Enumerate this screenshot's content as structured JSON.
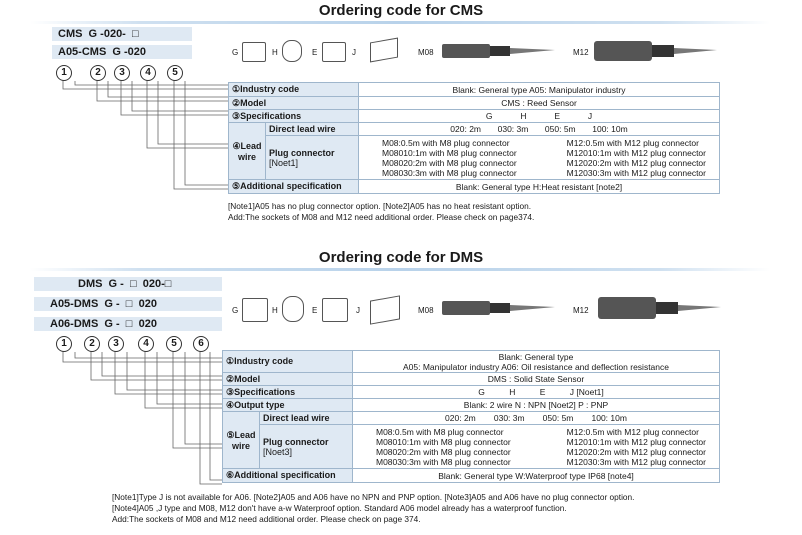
{
  "cms": {
    "title": "Ordering code for CMS",
    "code1": "CMS  G -020-  ",
    "code1_box": "□",
    "code2": "A05-CMS  G -020",
    "circles": [
      "1",
      "2",
      "3",
      "4",
      "5"
    ],
    "icons": {
      "g": "G",
      "h": "H",
      "e": "E",
      "j": "J",
      "m08": "M08",
      "m12": "M12"
    },
    "rows": {
      "industry": {
        "label": "①Industry code",
        "value": "Blank: General type      A05: Manipulator industry"
      },
      "model": {
        "label": "②Model",
        "value": "CMS : Reed Sensor"
      },
      "spec": {
        "label": "③Specifications",
        "value": [
          "G",
          "H",
          "E",
          "J"
        ]
      },
      "lead": {
        "label": "④Lead wire"
      },
      "direct": {
        "label": "Direct lead wire",
        "value": [
          "020: 2m",
          "030: 3m",
          "050: 5m",
          "100: 10m"
        ]
      },
      "plug": {
        "label": "Plug connector",
        "sub": "[Noet1]",
        "left": [
          "M08:0.5m with M8 plug connector",
          "M08010:1m with M8 plug connector",
          "M08020:2m with M8 plug connector",
          "M08030:3m with M8 plug connector"
        ],
        "right": [
          "M12:0.5m with M12 plug connector",
          "M12010:1m with M12 plug connector",
          "M12020:2m with M12 plug connector",
          "M12030:3m with M12 plug connector"
        ]
      },
      "additional": {
        "label": "⑤Additional specification",
        "value": "Blank: General type          H:Heat resistant  [note2]"
      }
    },
    "notes": [
      "[Note1]A05 has no plug connector option.  [Note2]A05 has no heat resistant option.",
      "Add:The sockets of M08 and M12 need additional order. Please check on page374."
    ]
  },
  "dms": {
    "title": "Ordering code for DMS",
    "code1": "DMS  G -  ",
    "code1_tail": "020-",
    "code2": "A05-DMS  G -  ",
    "code3": "A06-DMS  G -  ",
    "code_tail": "020",
    "box": "□",
    "circles": [
      "1",
      "2",
      "3",
      "4",
      "5",
      "6"
    ],
    "icons": {
      "g": "G",
      "h": "H",
      "e": "E",
      "j": "J",
      "m08": "M08",
      "m12": "M12"
    },
    "rows": {
      "industry": {
        "label": "①Industry code",
        "value": [
          "Blank: General type",
          "A05: Manipulator industry      A06: Oil resistance and deflection resistance"
        ]
      },
      "model": {
        "label": "②Model",
        "value": "DMS : Solid State Sensor"
      },
      "spec": {
        "label": "③Specifications",
        "value": [
          "G",
          "H",
          "E",
          "J [Noet1]"
        ]
      },
      "output": {
        "label": "④Output type",
        "value": "Blank: 2 wire     N : NPN [Noet2]     P : PNP"
      },
      "lead": {
        "label": "⑤Lead wire"
      },
      "direct": {
        "label": "Direct lead wire",
        "value": [
          "020: 2m",
          "030: 3m",
          "050: 5m",
          "100: 10m"
        ]
      },
      "plug": {
        "label": "Plug connector",
        "sub": "[Noet3]",
        "left": [
          "M08:0.5m with M8 plug connector",
          "M08010:1m with M8 plug connector",
          "M08020:2m with M8 plug connector",
          "M08030:3m with M8 plug connector"
        ],
        "right": [
          "M12:0.5m with M12 plug connector",
          "M12010:1m with M12 plug connector",
          "M12020:2m with M12 plug connector",
          "M12030:3m with M12 plug connector"
        ]
      },
      "additional": {
        "label": "⑥Additional specification",
        "value": "Blank: General type          W:Waterproof type IP68 [note4]"
      }
    },
    "notes": [
      "[Note1]Type J is not available for A06. [Note2]A05 and A06 have no NPN and PNP option. [Note3]A05 and A06 have no plug connector option.",
      "[Note4]A05 ,J type and M08, M12 don't have a-w Waterproof option. Standard A06 model already has a waterproof function.",
      "Add:The sockets of M08 and M12 need additional order. Please check on page 374."
    ]
  }
}
